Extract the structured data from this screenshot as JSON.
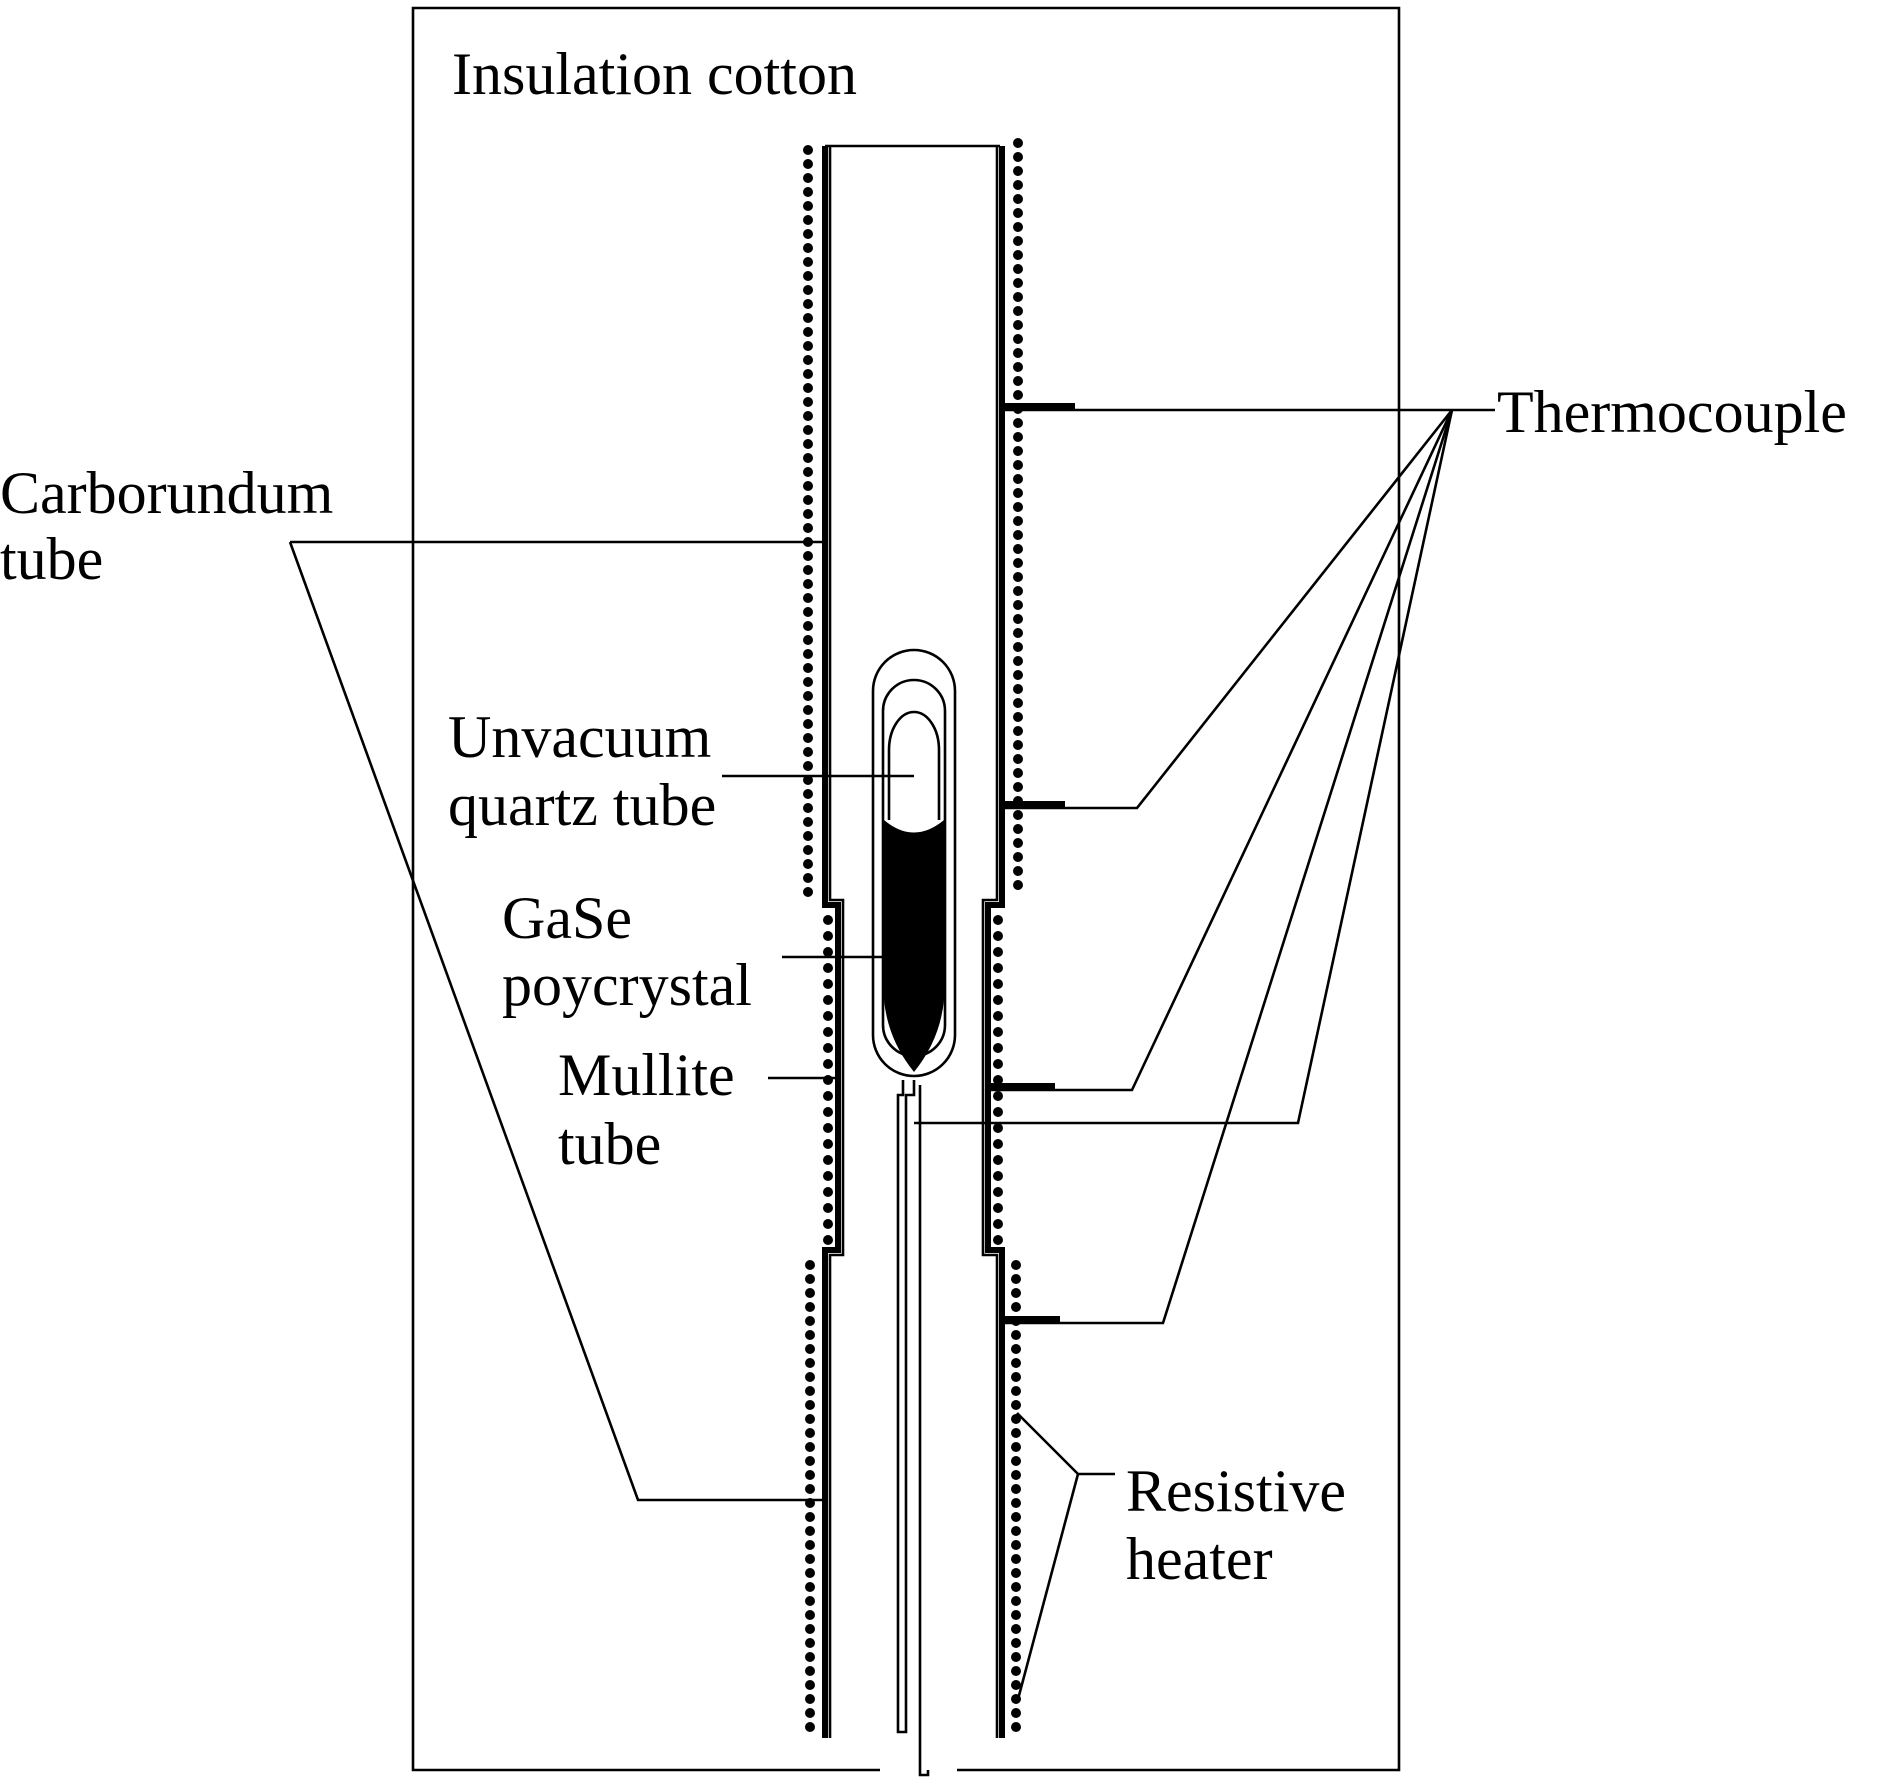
{
  "labels": {
    "insulation_cotton": "Insulation cotton",
    "thermocouple": "Thermocouple",
    "carborundum_line1": "Carborundum",
    "carborundum_line2": "tube",
    "quartz_line1": "Unvacuum",
    "quartz_line2": "quartz tube",
    "gase_line1": "GaSe",
    "gase_line2": "poycrystal",
    "mullite_line1": "Mullite",
    "mullite_line2": "tube",
    "heater_line1": "Resistive",
    "heater_line2": "heater"
  },
  "colors": {
    "ink": "#000000",
    "background": "#ffffff"
  }
}
